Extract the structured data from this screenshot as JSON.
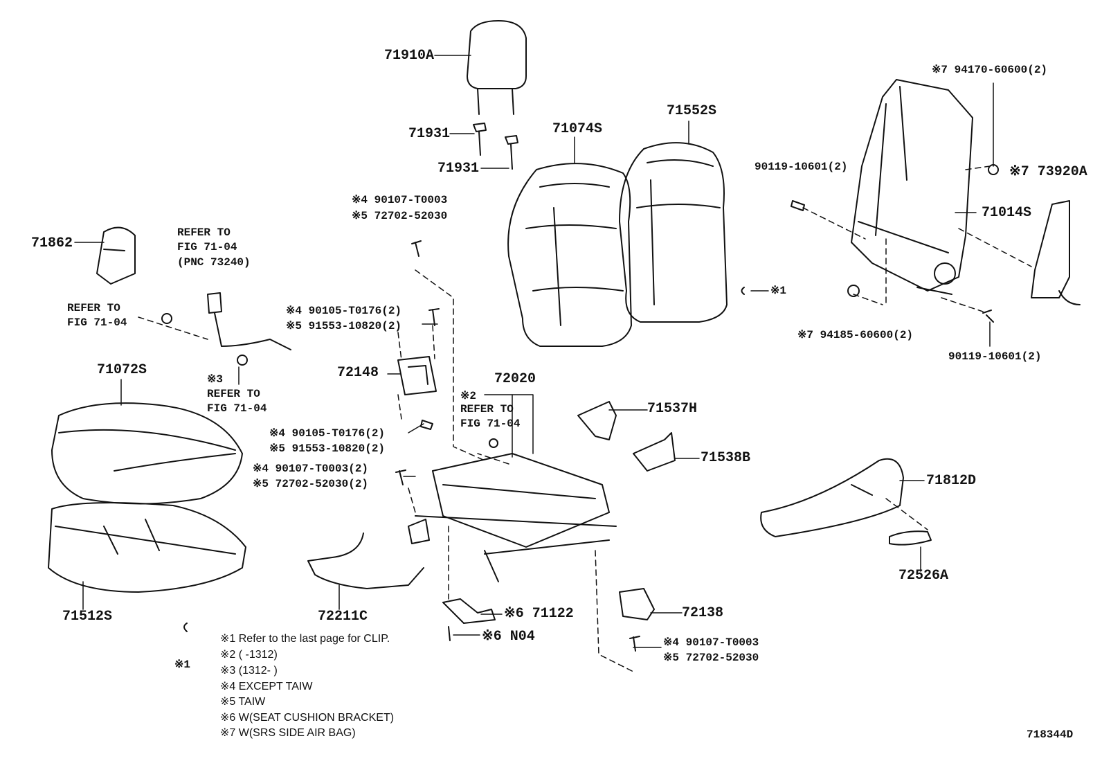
{
  "parts": {
    "p71910A": "71910A",
    "p71931a": "71931",
    "p71931b": "71931",
    "p71074S": "71074S",
    "p71552S": "71552S",
    "p71862": "71862",
    "p71072S": "71072S",
    "p71512S": "71512S",
    "p72148": "72148",
    "p72020": "72020",
    "p72211C": "72211C",
    "p71537H": "71537H",
    "p71538B": "71538B",
    "p71812D": "71812D",
    "p72526A": "72526A",
    "p72138": "72138",
    "p71014S": "71014S",
    "p73920A": "※7 73920A",
    "p71122": "※6 71122",
    "pN04": "※6 N04"
  },
  "fasteners": {
    "f_90107_top_4": "※4 90107-T0003",
    "f_72702_top_5": "※5 72702-52030",
    "f_90105_a_4": "※4 90105-T0176(2)",
    "f_91553_a_5": "※5 91553-10820(2)",
    "f_90105_b_4": "※4 90105-T0176(2)",
    "f_91553_b_5": "※5 91553-10820(2)",
    "f_90107_mid_4": "※4 90107-T0003(2)",
    "f_72702_mid_5": "※5 72702-52030(2)",
    "f_90107_bot_4": "※4 90107-T0003",
    "f_72702_bot_5": "※5 72702-52030",
    "f_94170": "※7 94170-60600(2)",
    "f_90119_a": "90119-10601(2)",
    "f_94185": "※7 94185-60600(2)",
    "f_90119_b": "90119-10601(2)",
    "f_clip1": "※1",
    "f_clip2": "※1"
  },
  "refs": {
    "r1_l1": "REFER TO",
    "r1_l2": "FIG 71-04",
    "r1_l3": "(PNC 73240)",
    "r2_l1": "REFER TO",
    "r2_l2": "FIG 71-04",
    "r3_l0": "※3",
    "r3_l1": "REFER TO",
    "r3_l2": "FIG 71-04",
    "r4_l0": "※2",
    "r4_l1": "REFER TO",
    "r4_l2": "FIG 71-04"
  },
  "notes": [
    "※1 Refer to the last page for CLIP.",
    "※2 (       -1312)",
    "※3 (1312-       )",
    "※4 EXCEPT TAIW",
    "※5 TAIW",
    "※6 W(SEAT CUSHION BRACKET)",
    "※7 W(SRS SIDE AIR BAG)"
  ],
  "figure_id": "718344D"
}
